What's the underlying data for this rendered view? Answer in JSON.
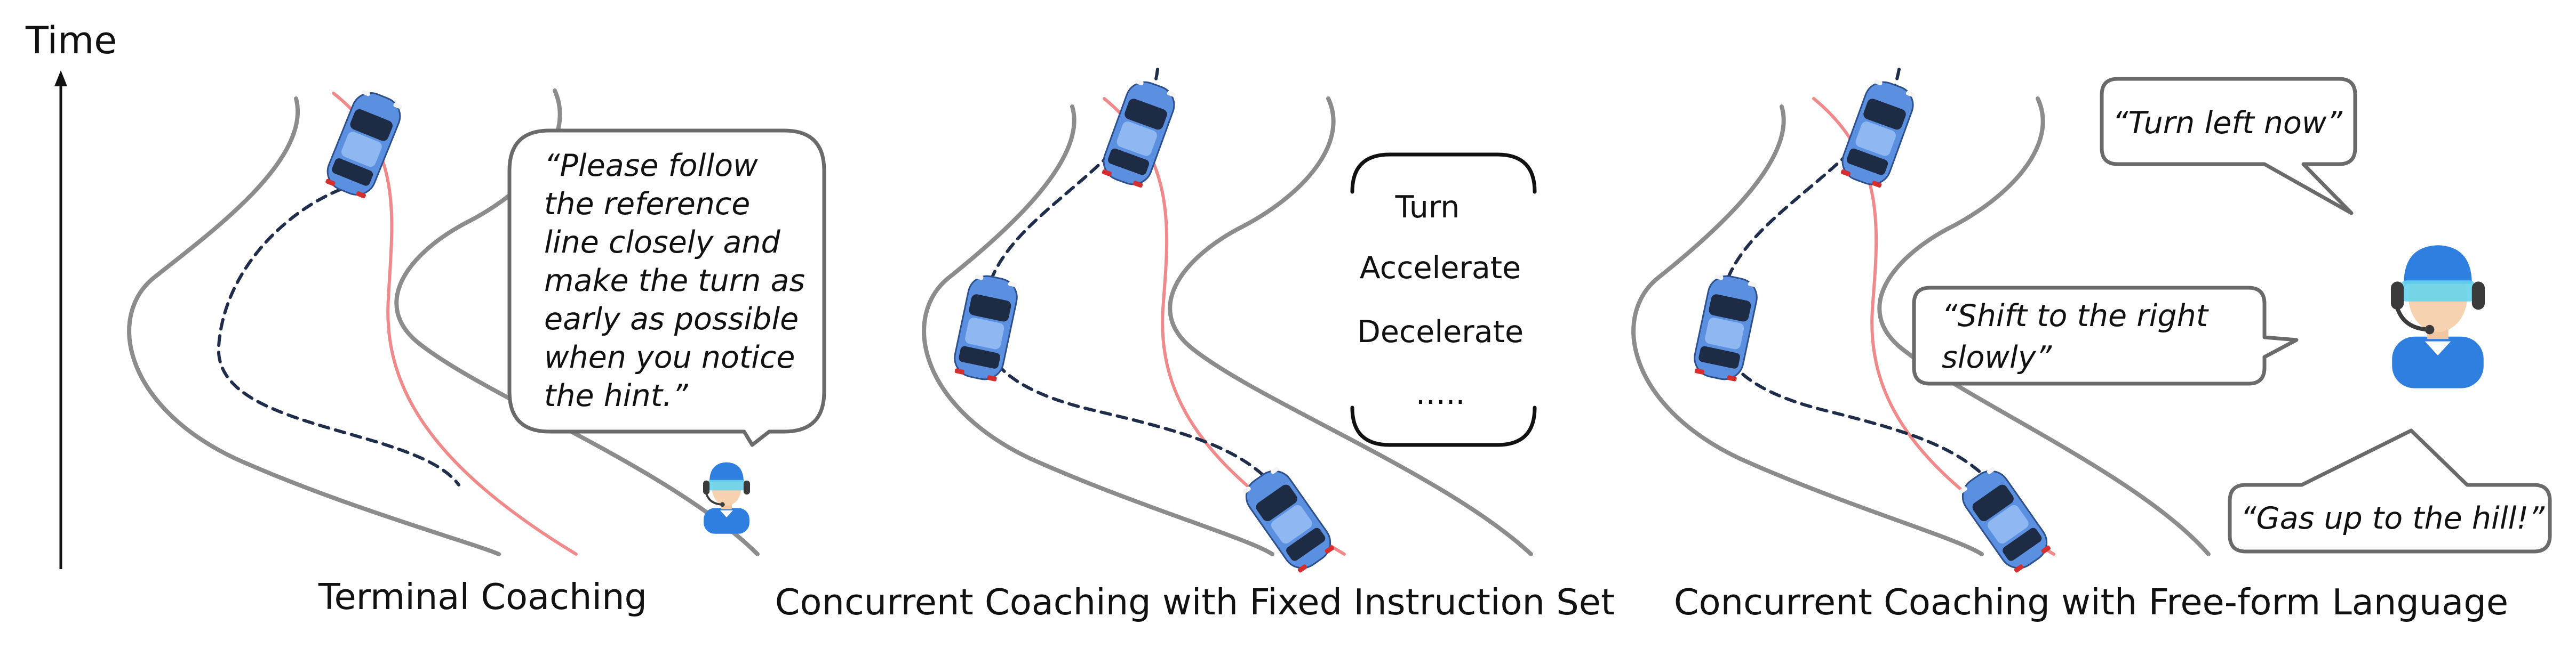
{
  "time_axis": {
    "label": "Time"
  },
  "panels": [
    {
      "caption": "Terminal Coaching",
      "speech": [
        "“Please follow",
        "the reference",
        "line closely and",
        "make the turn as",
        "early as possible",
        "when you notice",
        "the hint.”"
      ]
    },
    {
      "caption": "Concurrent Coaching with Fixed Instruction Set",
      "instructions": [
        "Turn",
        "Accelerate",
        "Decelerate",
        "….."
      ]
    },
    {
      "caption": "Concurrent Coaching with Free-form Language",
      "speech_top": "“Turn left now”",
      "speech_middle": [
        "“Shift to the right",
        "slowly”"
      ],
      "speech_bottom": "“Gas up to the hill!”"
    }
  ],
  "colors": {
    "road": "#8c8c8c",
    "reference_line": "#f08a8a",
    "trajectory": "#1f2d4a",
    "car_body": "#5b8fe0",
    "coach_cap": "#2f7fe0"
  },
  "icons": [
    "car-icon",
    "coach-headset-icon"
  ]
}
